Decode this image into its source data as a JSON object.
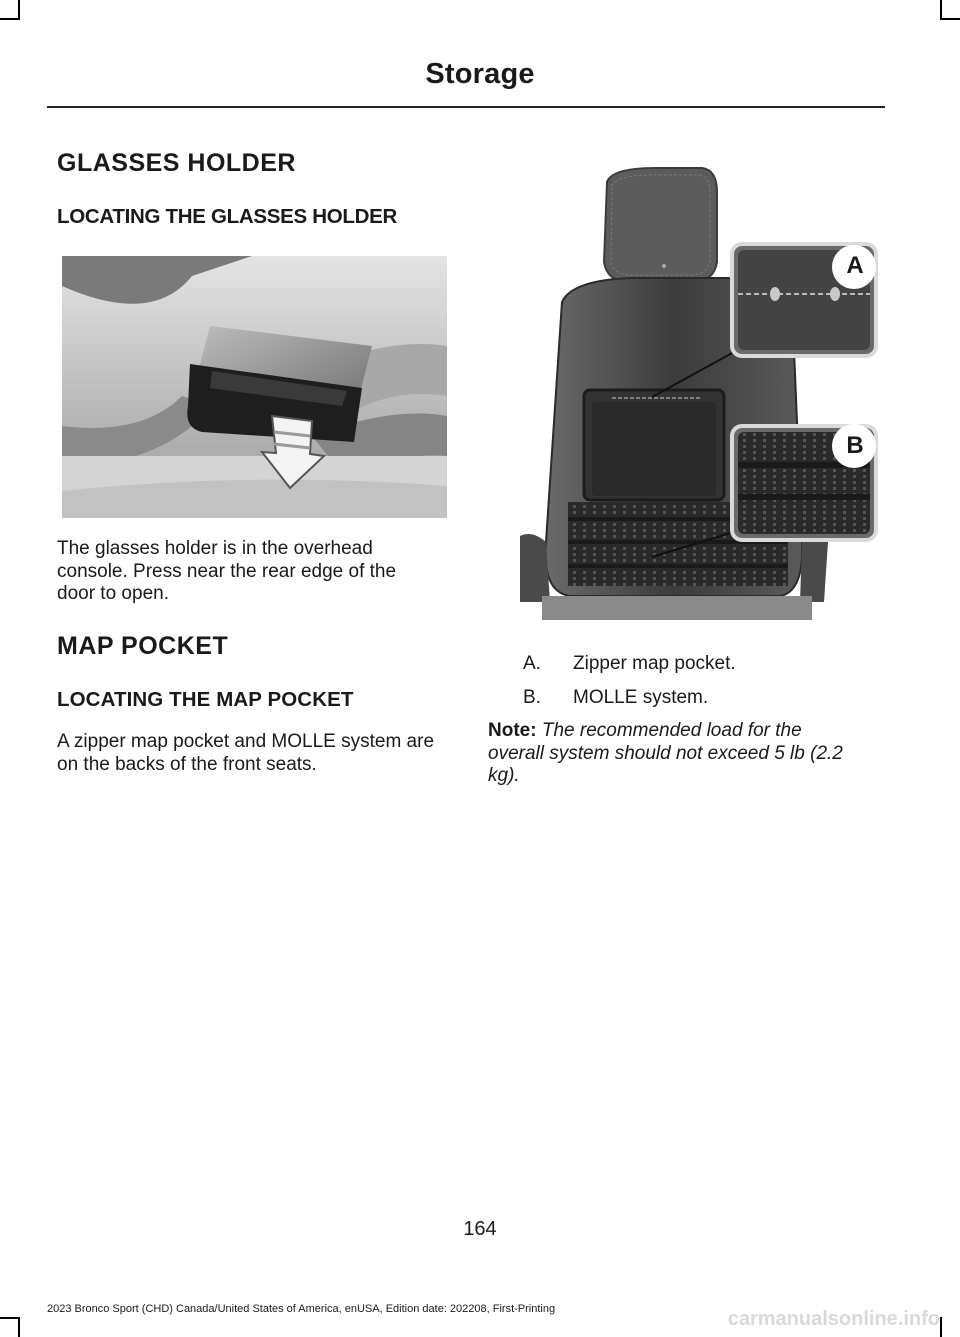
{
  "header": {
    "title": "Storage"
  },
  "sections": {
    "glasses": {
      "heading": "GLASSES HOLDER",
      "subheading": "LOCATING THE GLASSES HOLDER",
      "body": "The glasses holder is in the overhead console. Press near the rear edge of the door to open."
    },
    "map": {
      "heading": "MAP POCKET",
      "subheading": "LOCATING THE MAP POCKET",
      "body": "A zipper map pocket and MOLLE system are on the backs of the front seats."
    }
  },
  "figure": {
    "callouts": [
      {
        "letter": "A",
        "label": "Zipper map pocket."
      },
      {
        "letter": "B",
        "label": "MOLLE system."
      }
    ]
  },
  "legend": [
    {
      "letter": "A.",
      "text": "Zipper map pocket."
    },
    {
      "letter": "B.",
      "text": "MOLLE system."
    }
  ],
  "note": {
    "label": "Note:",
    "text": "The recommended load for the overall system should not exceed 5 lb (2.2 kg)."
  },
  "page_number": "164",
  "footer": "2023 Bronco Sport (CHD) Canada/United States of America, enUSA, Edition date: 202208, First-Printing",
  "watermark": "carmanualsonline.info"
}
